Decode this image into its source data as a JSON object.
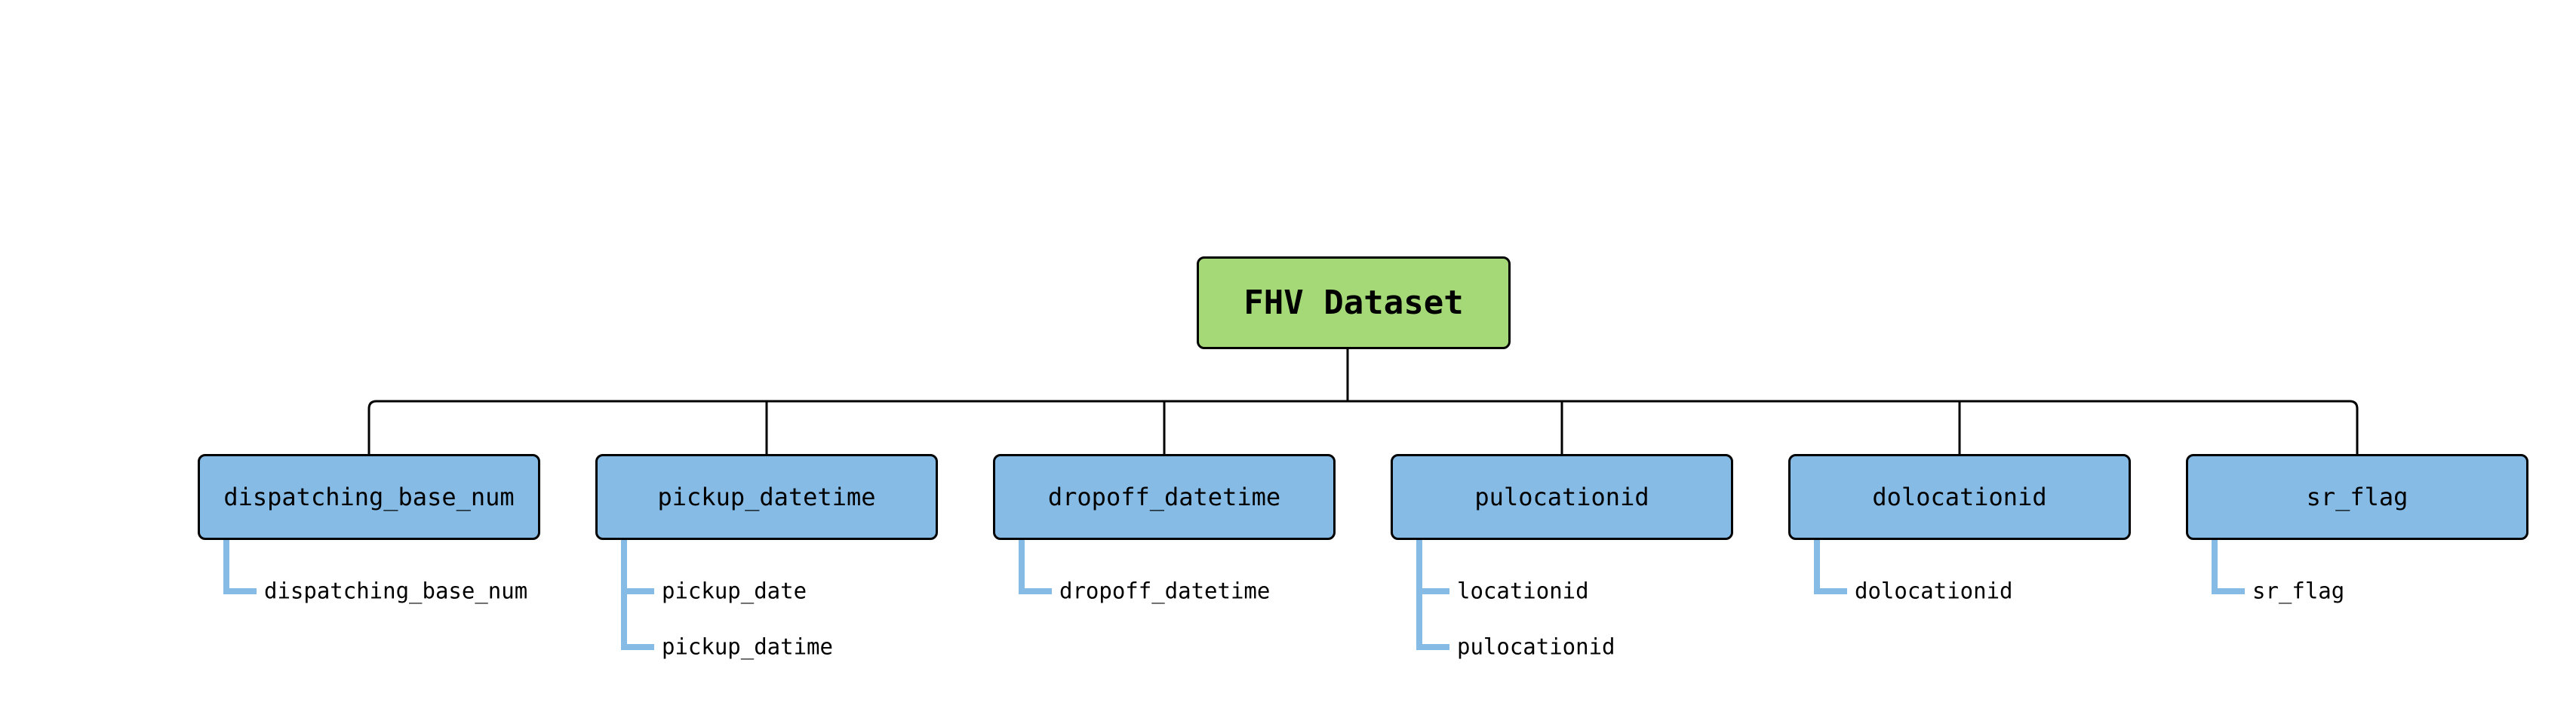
{
  "diagram": {
    "root": {
      "label": "FHV Dataset"
    },
    "columns": [
      {
        "label": "dispatching_base_num",
        "subitems": [
          "dispatching_base_num"
        ]
      },
      {
        "label": "pickup_datetime",
        "subitems": [
          "pickup_date",
          "pickup_datime"
        ]
      },
      {
        "label": "dropoff_datetime",
        "subitems": [
          "dropoff_datetime"
        ]
      },
      {
        "label": "pulocationid",
        "subitems": [
          "locationid",
          "pulocationid"
        ]
      },
      {
        "label": "dolocationid",
        "subitems": [
          "dolocationid"
        ]
      },
      {
        "label": "sr_flag",
        "subitems": [
          "sr_flag"
        ]
      }
    ]
  },
  "colors": {
    "root_fill": "#a5d977",
    "child_fill": "#86bbe5",
    "bracket": "#86bbe5",
    "line": "#000000"
  }
}
